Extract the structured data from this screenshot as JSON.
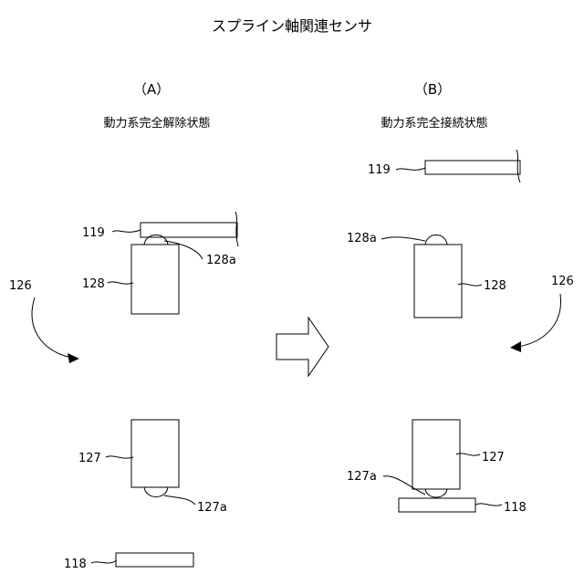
{
  "title": "スプライン軸関連センサ",
  "panel_a": {
    "label": "（A）",
    "state": "動力系完全解除状態",
    "refs": {
      "r119": "119",
      "r128": "128",
      "r128a": "128a",
      "r126": "126",
      "r127": "127",
      "r127a": "127a",
      "r118": "118"
    }
  },
  "panel_b": {
    "label": "（B）",
    "state": "動力系完全接続状態",
    "refs": {
      "r119": "119",
      "r128": "128",
      "r128a": "128a",
      "r126": "126",
      "r127": "127",
      "r127a": "127a",
      "r118": "118"
    }
  }
}
